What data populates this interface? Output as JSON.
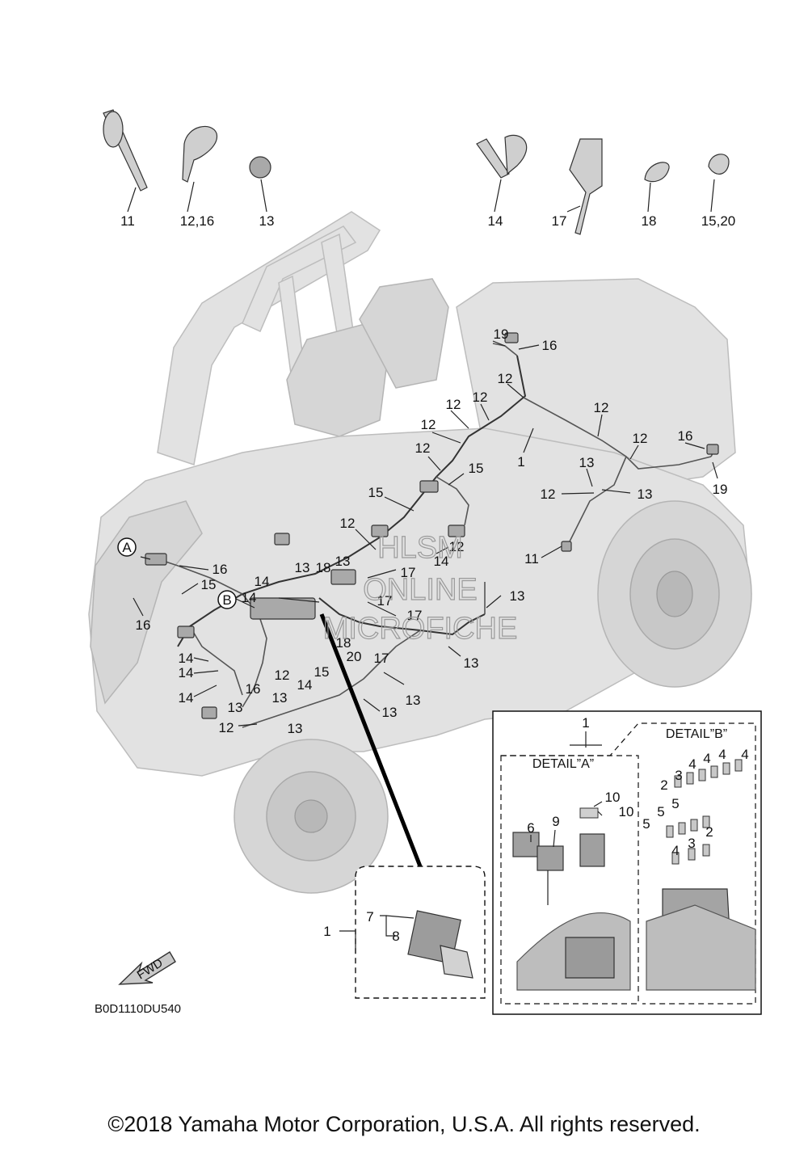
{
  "diagram": {
    "part_code": "B0D1110DU540",
    "watermark": [
      "HLSM",
      "ONLINE",
      "MICROFICHE"
    ],
    "fwd_label": "FWD",
    "detail_a_title": "DETAIL”A”",
    "detail_b_title": "DETAIL”B”",
    "circle_labels": [
      "A",
      "B"
    ]
  },
  "labels": {
    "legend": [
      "11",
      "12,16",
      "13",
      "14",
      "17",
      "18",
      "15,20"
    ],
    "main": [
      "19",
      "16",
      "12",
      "12",
      "12",
      "12",
      "12",
      "12",
      "15",
      "1",
      "12",
      "13",
      "12",
      "13",
      "12",
      "16",
      "19",
      "15",
      "12",
      "12",
      "11",
      "13",
      "18",
      "13",
      "14",
      "16",
      "15",
      "16",
      "17",
      "14",
      "B",
      "13",
      "14",
      "13",
      "18",
      "17",
      "14",
      "13",
      "17",
      "20",
      "17",
      "14",
      "14",
      "12",
      "14",
      "15",
      "14",
      "16",
      "13",
      "13",
      "13",
      "13",
      "12",
      "13",
      "13",
      "1"
    ],
    "inset": [
      "1",
      "7",
      "8"
    ],
    "detail": [
      "1",
      "6",
      "9",
      "10",
      "10",
      "2",
      "3",
      "4",
      "4",
      "4",
      "4",
      "5",
      "5",
      "5",
      "4",
      "3",
      "2"
    ]
  },
  "footer": {
    "copyright": "©2018 Yamaha Motor Corporation, U.S.A. All rights reserved."
  }
}
